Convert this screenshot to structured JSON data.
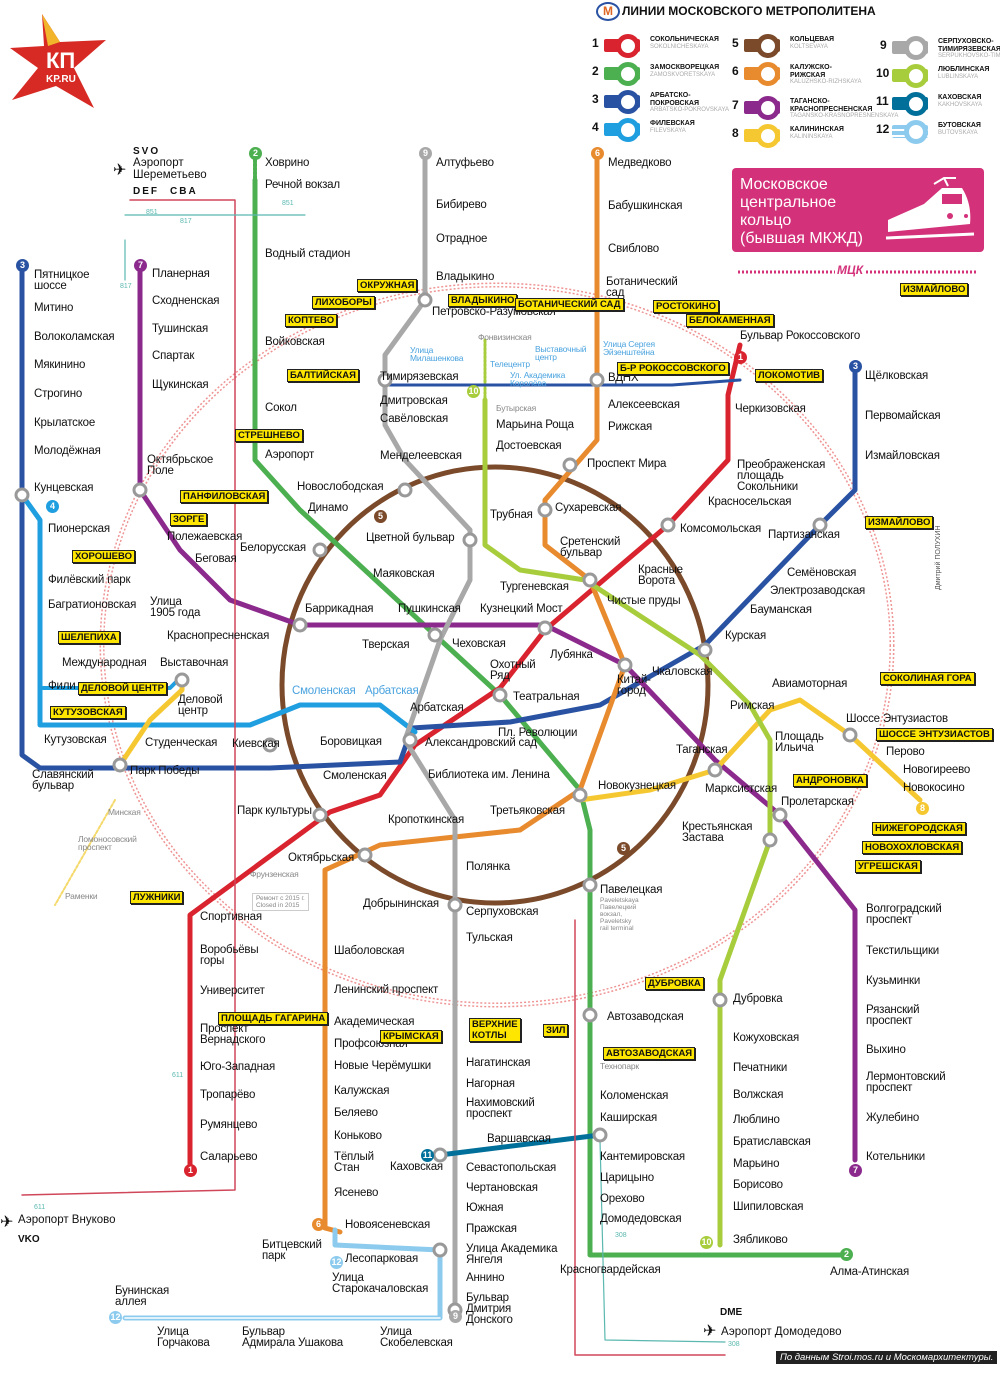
{
  "legend": {
    "title": "ЛИНИИ МОСКОВСКОГО МЕТРОПОЛИТЕНА",
    "logo_letter": "М",
    "lines": [
      {
        "num": "1",
        "ru": "СОКОЛЬНИЧЕСКАЯ",
        "en": "SOKOLNICHESKAYA",
        "color": "#d9232e"
      },
      {
        "num": "2",
        "ru": "ЗАМОСКВОРЕЦКАЯ",
        "en": "ZAMOSKVORETSKAYA",
        "color": "#4caf50"
      },
      {
        "num": "3",
        "ru": "АРБАТСКО-\nПОКРОВСКАЯ",
        "en": "ARBATSKO-POKROVSKAYA",
        "color": "#2a52a3"
      },
      {
        "num": "4",
        "ru": "ФИЛЕВСКАЯ",
        "en": "FILEVSKAYA",
        "color": "#1f9ee0"
      },
      {
        "num": "5",
        "ru": "КОЛЬЦЕВАЯ",
        "en": "KOLTSEVAYA",
        "color": "#7a4a2a"
      },
      {
        "num": "6",
        "ru": "КАЛУЖСКО-\nРИЖСКАЯ",
        "en": "KALUZHSKO-RIZHSKAYA",
        "color": "#e88a2e"
      },
      {
        "num": "7",
        "ru": "ТАГАНСКО-\nКРАСНОПРЕСНЕНСКАЯ",
        "en": "TAGANSKO-KRASNOPRESNENSKAYA",
        "color": "#8b2a8c"
      },
      {
        "num": "8",
        "ru": "КАЛИНИНСКАЯ",
        "en": "KALININSKAYA",
        "color": "#f5c832"
      },
      {
        "num": "9",
        "ru": "СЕРПУХОВСКО-\nТИМИРЯЗЕВСКАЯ",
        "en": "SERPUKHOVSKO-TIMIRYAZEVSKAYA",
        "color": "#a8a8a8"
      },
      {
        "num": "10",
        "ru": "ЛЮБЛИНСКАЯ",
        "en": "LUBLINSKAYA",
        "color": "#a8cd3c"
      },
      {
        "num": "11",
        "ru": "КАХОВСКАЯ",
        "en": "KAKHOVSKAYA",
        "color": "#00709a"
      },
      {
        "num": "12",
        "ru": "БУТОВСКАЯ",
        "en": "BUTOVSKAYA",
        "color": "#8ccbee"
      }
    ]
  },
  "mcc_panel": {
    "text": "Московское\nцентральное\nкольцо\n(бывшая МКЖД)",
    "tag": "МЦК",
    "color": "#d3317a"
  },
  "brand": {
    "logo": "КП KP.RU"
  },
  "stations": {
    "l2": [
      "Ховрино",
      "Речной вокзал",
      "Водный стадион",
      "Войковская",
      "Сокол",
      "Аэропорт",
      "Динамо",
      "Белорусская",
      "Маяковская",
      "Тверская",
      "Театральная",
      "Новокузнецкая",
      "Павелецкая",
      "Автозаводская",
      "Коломенская",
      "Каширская",
      "Кантемировская",
      "Царицыно",
      "Орехово",
      "Домодедовская",
      "Красногвардейская",
      "Алма-Атинская"
    ],
    "l1": [
      "Бульвар Рокоссовского",
      "Черкизовская",
      "Преображенская\nплощадь",
      "Сокольники",
      "Красносельская",
      "Комсомольская",
      "Красные\nВорота",
      "Чистые пруды",
      "Лубянка",
      "Охотный\nРяд",
      "Библиотека им. Ленина",
      "Кропоткинская",
      "Парк культуры",
      "Спортивная",
      "Воробьёвы\nгоры",
      "Университет",
      "Проспект\nВернадского",
      "Юго-Западная",
      "Тропарёво",
      "Румянцево",
      "Саларьево"
    ],
    "l3": [
      "Пятницкое\nшоссе",
      "Митино",
      "Волоколамская",
      "Мякинино",
      "Строгино",
      "Крылатское",
      "Молодёжная",
      "Кунцевская",
      "Славянский\nбульвар",
      "Парк Победы",
      "Киевская",
      "Смоленская",
      "Арбатская",
      "Пл. Революции",
      "Курская",
      "Бауманская",
      "Электрозаводская",
      "Семёновская",
      "Партизанская",
      "Измайловская",
      "Первомайская",
      "Щёлковская"
    ],
    "l4": [
      "Пионерская",
      "Филёвский парк",
      "Багратионовская",
      "Фили",
      "Кутузовская",
      "Студенческая",
      "Международная",
      "Выставочная",
      "Деловой\nцентр",
      "Смоленская",
      "Арбатская",
      "Александровский сад"
    ],
    "l5": [
      "Новослободская",
      "Проспект Мира",
      "Краснопресненская",
      "Таганская",
      "Октябрьская",
      "Добрынинская"
    ],
    "l6": [
      "Медведково",
      "Бабушкинская",
      "Свиблово",
      "Ботанический\nсад",
      "ВДНХ",
      "Алексеевская",
      "Рижская",
      "Сухаревская",
      "Тургеневская",
      "Китай-\nгород",
      "Третьяковская",
      "Шаболовская",
      "Ленинский проспект",
      "Академическая",
      "Профсоюзная",
      "Новые Черёмушки",
      "Калужская",
      "Беляево",
      "Коньково",
      "Тёплый\nСтан",
      "Ясенево",
      "Новоясеневская"
    ],
    "l7": [
      "Планерная",
      "Сходненская",
      "Тушинская",
      "Спартак",
      "Щукинская",
      "Октябрьское\nПоле",
      "Полежаевская",
      "Беговая",
      "Улица\n1905 года",
      "Баррикадная",
      "Пушкинская",
      "Кузнецкий Мост",
      "Пролетарская",
      "Волгоградский\nпроспект",
      "Текстильщики",
      "Кузьминки",
      "Рязанский\nпроспект",
      "Выхино",
      "Лермонтовский\nпроспект",
      "Жулебино",
      "Котельники"
    ],
    "l8": [
      "Марксистская",
      "Площадь\nИльича",
      "Авиамоторная",
      "Шоссе Энтузиастов",
      "Перово",
      "Новогиреево",
      "Новокосино"
    ],
    "l9": [
      "Алтуфьево",
      "Бибирево",
      "Отрадное",
      "Владыкино",
      "Петровско-Разумовская",
      "Тимирязевская",
      "Дмитровская",
      "Савёловская",
      "Менделеевская",
      "Цветной бульвар",
      "Чеховская",
      "Боровицкая",
      "Полянка",
      "Серпуховская",
      "Тульская",
      "Нагатинская",
      "Нагорная",
      "Нахимовский\nпроспект",
      "Севастопольская",
      "Чертановская",
      "Южная",
      "Пражская",
      "Улица Академика\nЯнгеля",
      "Аннино",
      "Бульвар\nДмитрия\nДонского"
    ],
    "l10": [
      "Марьина Роща",
      "Достоевская",
      "Трубная",
      "Сретенский\nбульвар",
      "Чкаловская",
      "Римская",
      "Крестьянская\nЗастава",
      "Дубровка",
      "Кожуховская",
      "Печатники",
      "Волжская",
      "Люблино",
      "Братиславская",
      "Марьино",
      "Борисово",
      "Шипиловская",
      "Зябликово"
    ],
    "l11": [
      "Варшавская",
      "Каховская"
    ],
    "l12": [
      "Битцевский\nпарк",
      "Лесопарковая",
      "Улица\nСтарокачаловская",
      "Бунинская\nаллея",
      "Улица\nГорчакова",
      "Бульвар\nАдмирала Ушакова",
      "Улица\nСкобелевская"
    ],
    "minor": [
      "Фонвизинская",
      "Бутырская",
      "Фрунзенская",
      "Технопарк",
      "Минская",
      "Ломоносовский\nпроспект",
      "Раменки"
    ],
    "monorail": [
      "Улица\nМилашенкова",
      "Телецентр",
      "Выставочный\nцентр",
      "Улица Сергея\nЭйзенштейна",
      "Ул. Академика\nКоролёва"
    ]
  },
  "mcc_stations": [
    "ОКРУЖНАЯ",
    "ЛИХОБОРЫ",
    "КОПТЕВО",
    "ВЛАДЫКИНО",
    "БОТАНИЧЕСКИЙ САД",
    "РОСТОКИНО",
    "БЕЛОКАМЕННАЯ",
    "Б-Р РОКОССОВСКОГО",
    "ЛОКОМОТИВ",
    "ИЗМАЙЛОВО",
    "СОКОЛИНАЯ ГОРА",
    "ШОССЕ ЭНТУЗИАСТОВ",
    "АНДРОНОВКА",
    "НИЖЕГОРОДСКАЯ",
    "НОВОХОХЛОВСКАЯ",
    "УГРЕШСКАЯ",
    "ДУБРОВКА",
    "ЗИЛ",
    "ВЕРХНИЕ\nКОТЛЫ",
    "АВТОЗАВОДСКАЯ",
    "КРЫМСКАЯ",
    "ПЛОЩАДЬ ГАГАРИНА",
    "ЛУЖНИКИ",
    "КУТУЗОВСКАЯ",
    "ДЕЛОВОЙ ЦЕНТР",
    "ШЕЛЕПИХА",
    "ХОРОШЕВО",
    "ЗОРГЕ",
    "ПАНФИЛОВСКАЯ",
    "СТРЕШНЕВО",
    "БАЛТИЙСКАЯ",
    "ИЗМАЙЛОВО"
  ],
  "airports": {
    "svo": {
      "code": "SVO",
      "name": "Аэропорт\nШереметьево",
      "terminals_left": "DEF",
      "terminals_right": "CBA",
      "bus1": "851",
      "bus2": "817"
    },
    "vko": {
      "code": "VKO",
      "name": "Аэропорт Внуково",
      "bus": "611"
    },
    "dme": {
      "code": "DME",
      "name": "Аэропорт Домодедово",
      "bus": "308"
    }
  },
  "notes": {
    "paveletsky": "Paveletskaya\nПавелецкий\nвокзал,\nPaveletsky\nrail terminal",
    "frunzenskaya": "Ремонт с 2015 г.\nClosed in 2015"
  },
  "credit": "По данным Stroi.mos.ru и Москомархитектуры.",
  "author": "Дмитрий ПОЛУХИН"
}
